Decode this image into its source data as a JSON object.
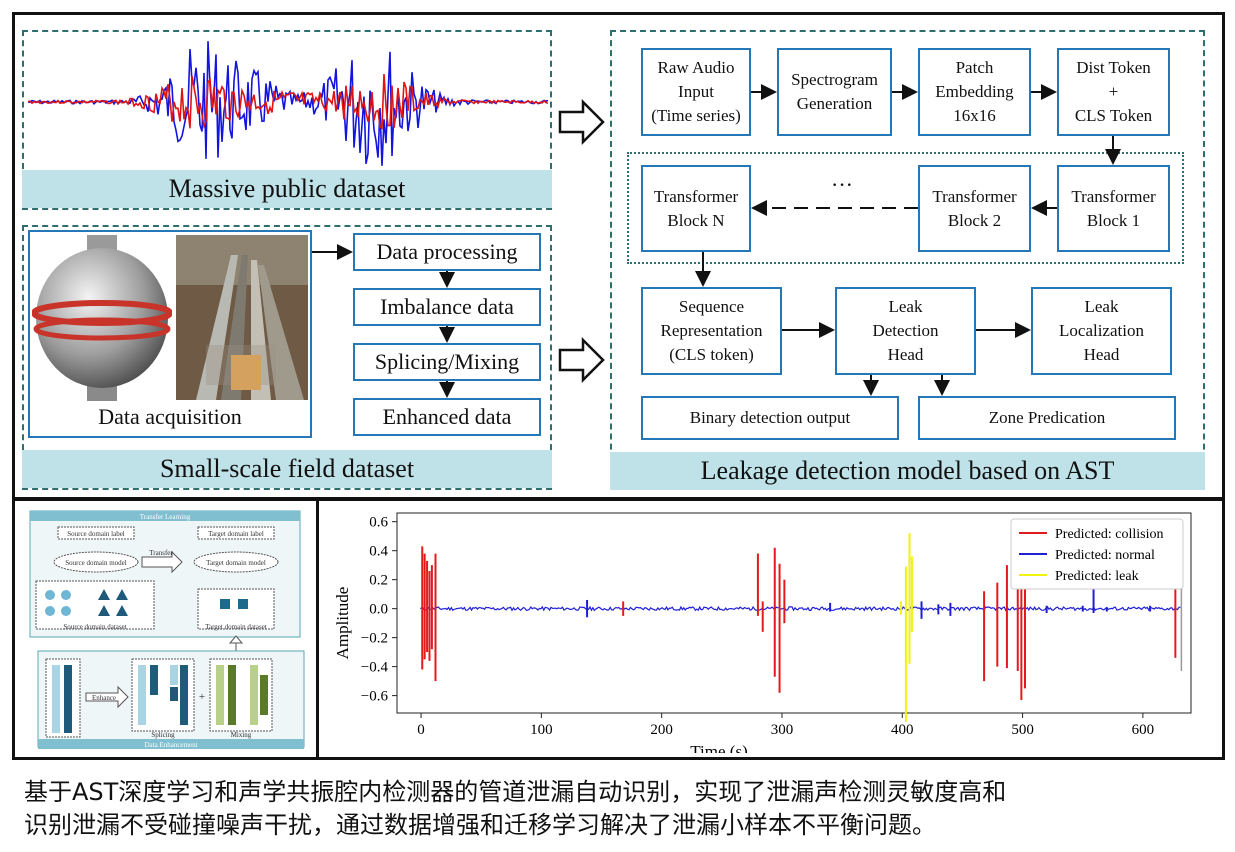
{
  "top_left": {
    "public_title": "Massive public dataset",
    "field_title": "Small-scale field dataset",
    "acquisition_label": "Data acquisition",
    "steps": [
      "Data processing",
      "Imbalance data",
      "Splicing/Mixing",
      "Enhanced data"
    ]
  },
  "model": {
    "title": "Leakage detection model based on AST",
    "raw_audio": "Raw Audio\nInput\n(Time series)",
    "spectrogram": "Spectrogram\nGeneration",
    "patch": "Patch\nEmbedding\n16x16",
    "token": "Dist Token\n+\nCLS Token",
    "block_n": "Transformer\nBlock N",
    "ellipsis": "···",
    "block_2": "Transformer\nBlock 2",
    "block_1": "Transformer\nBlock 1",
    "sequence": "Sequence\nRepresentation\n(CLS token)",
    "leak_detection": "Leak\nDetection\nHead",
    "leak_localization": "Leak\nLocalization\nHead",
    "binary_output": "Binary detection output",
    "zone_output": "Zone Predication"
  },
  "transfer": {
    "title": "Transfer Learning",
    "source_label": "Source domain label",
    "source_model": "Source domain model",
    "transfer_arrow": "Transfer",
    "target_label": "Target domain label",
    "target_model": "Target domain model",
    "source_dataset": "Source domain dataset",
    "target_dataset": "Target domain dataset",
    "enhance_title": "Data Enhancement",
    "enhance_arrow": "Enhance",
    "splicing": "Splicing",
    "mixing": "Mixing",
    "plus": "+"
  },
  "chart_data": {
    "type": "line",
    "xlabel": "Time (s)",
    "ylabel": "Amplitude",
    "xlim": [
      -20,
      640
    ],
    "ylim": [
      -0.72,
      0.66
    ],
    "xticks": [
      0,
      100,
      200,
      300,
      400,
      500,
      600
    ],
    "yticks": [
      -0.6,
      -0.4,
      -0.2,
      0.0,
      0.2,
      0.4,
      0.6
    ],
    "yticklabels": [
      "−0.6",
      "−0.4",
      "−0.2",
      "0.0",
      "0.2",
      "0.4",
      "0.6"
    ],
    "legend_position": "top-right",
    "series": [
      {
        "name": "Predicted: collision",
        "color": "#e31a1c",
        "spikes": [
          [
            1,
            0.43,
            -0.42
          ],
          [
            3,
            0.38,
            -0.35
          ],
          [
            5,
            0.33,
            -0.3
          ],
          [
            7,
            0.26,
            -0.36
          ],
          [
            9,
            0.3,
            -0.28
          ],
          [
            12,
            0.38,
            -0.5
          ],
          [
            168,
            0.05,
            -0.05
          ],
          [
            280,
            0.38,
            -0.05
          ],
          [
            284,
            0.05,
            -0.16
          ],
          [
            294,
            0.42,
            -0.47
          ],
          [
            298,
            0.31,
            -0.58
          ],
          [
            302,
            0.2,
            -0.1
          ],
          [
            468,
            0.12,
            -0.5
          ],
          [
            479,
            0.18,
            -0.4
          ],
          [
            487,
            0.3,
            -0.41
          ],
          [
            496,
            0.4,
            -0.43
          ],
          [
            499,
            0.6,
            -0.63
          ],
          [
            502,
            0.52,
            -0.55
          ],
          [
            627,
            0.14,
            -0.34
          ]
        ]
      },
      {
        "name": "Predicted: normal",
        "color": "#1f1fd6",
        "spikes": [
          [
            138,
            0.06,
            -0.06
          ],
          [
            340,
            0.04,
            -0.02
          ],
          [
            416,
            0.05,
            -0.07
          ],
          [
            430,
            0.03,
            -0.04
          ],
          [
            440,
            0.04,
            -0.05
          ],
          [
            520,
            0.02,
            -0.03
          ],
          [
            550,
            0.02,
            -0.02
          ],
          [
            559,
            0.17,
            -0.03
          ],
          [
            570,
            0.01,
            -0.02
          ],
          [
            606,
            0.02,
            -0.02
          ]
        ]
      },
      {
        "name": "Predicted: leak",
        "color": "#f2f20f",
        "spikes": [
          [
            399,
            0.05,
            -0.04
          ],
          [
            403,
            0.29,
            -0.78
          ],
          [
            406,
            0.52,
            -0.38
          ],
          [
            408,
            0.36,
            -0.16
          ]
        ]
      }
    ]
  }
}
